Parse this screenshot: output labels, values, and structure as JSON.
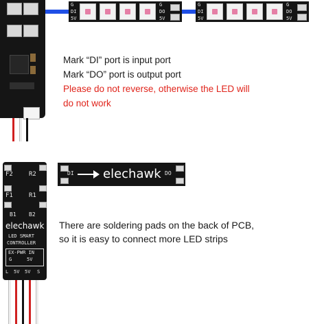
{
  "top_strip": {
    "left_labels": [
      "G",
      "DI",
      "5V"
    ],
    "right_labels": [
      "G",
      "DO",
      "5V"
    ]
  },
  "top_strip_2": {
    "left_labels": [
      "G",
      "DI",
      "5V"
    ],
    "right_labels": [
      "G",
      "DO",
      "5V"
    ]
  },
  "port_info": {
    "line1": "Mark “DI” port is input port",
    "line2": "Mark “DO” port is output port",
    "warning_line1": "Please do not reverse, otherwise the LED will",
    "warning_line2": "do not work"
  },
  "board_strip": {
    "left_label": "DI",
    "right_label": "DO",
    "brand": "elechawk"
  },
  "controller": {
    "port_labels": [
      "F2",
      "R2",
      "F1",
      "R1",
      "B1",
      "B2"
    ],
    "brand": "elechawk",
    "line1": "LED SMART",
    "line2": "CONTROLLER",
    "ex_pwr": "EX-PWR IN",
    "g_label": "G",
    "v_label": "5V",
    "bottom_left": "L",
    "bottom_mid": "5V",
    "bottom_mid2": "5V",
    "bottom_right": "S"
  },
  "solder_info": {
    "line1": "There are soldering pads on the back of PCB,",
    "line2": "so it is easy to connect more LED strips"
  },
  "colors": {
    "warning": "#e0241b",
    "pcb": "#151515",
    "wire_blue": "#1f4fe6",
    "led_pink": "#e57fa6"
  }
}
